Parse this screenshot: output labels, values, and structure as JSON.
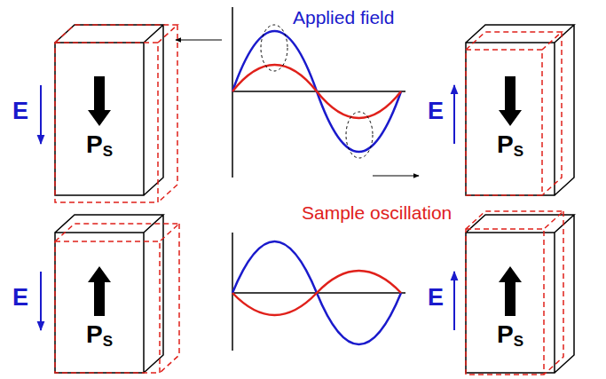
{
  "diagram": {
    "nodes": [
      {
        "text": [
          "PS"
        ]
      },
      {
        "text": [
          "PS"
        ]
      },
      {
        "text": [
          "PS"
        ]
      },
      {
        "text": [
          "PS"
        ]
      }
    ],
    "labels": [
      "Applied field",
      "E",
      "E",
      "Sample oscillation",
      "E",
      "E"
    ]
  }
}
